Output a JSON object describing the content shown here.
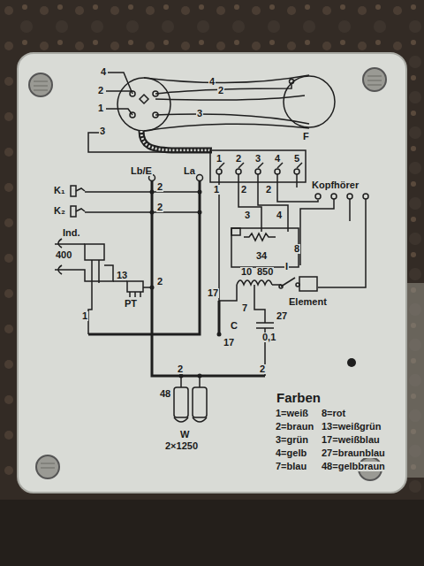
{
  "diagram": {
    "nodes": [
      {
        "text": [
          "F"
        ]
      },
      {
        "text": [
          "Element"
        ]
      }
    ],
    "labels": [
      "4",
      "2",
      "1",
      "3",
      "4",
      "2",
      "3",
      "1",
      "2",
      "3",
      "4",
      "5",
      "1",
      "2",
      "2",
      "Lb/E",
      "La",
      "K₁",
      "K₂",
      "2",
      "2",
      "3",
      "4",
      "Ind.",
      "400",
      "13",
      "PT",
      "2",
      "1",
      "34",
      "8",
      "10",
      "850",
      "I",
      "7",
      "17",
      "27",
      "C",
      "0,1",
      "17",
      "2",
      "2",
      "48",
      "W",
      "2×1250",
      "Kopfhörer",
      "Farben"
    ],
    "legend": [
      {
        "text": "1=weiß"
      },
      {
        "text": "2=braun"
      },
      {
        "text": "3=grün"
      },
      {
        "text": "4=gelb"
      },
      {
        "text": "7=blau"
      },
      {
        "text": "8=rot"
      },
      {
        "text": "13=weißgrün"
      },
      {
        "text": "17=weißblau"
      },
      {
        "text": "27=braunblau"
      },
      {
        "text": "48=gelbbraun"
      }
    ]
  }
}
